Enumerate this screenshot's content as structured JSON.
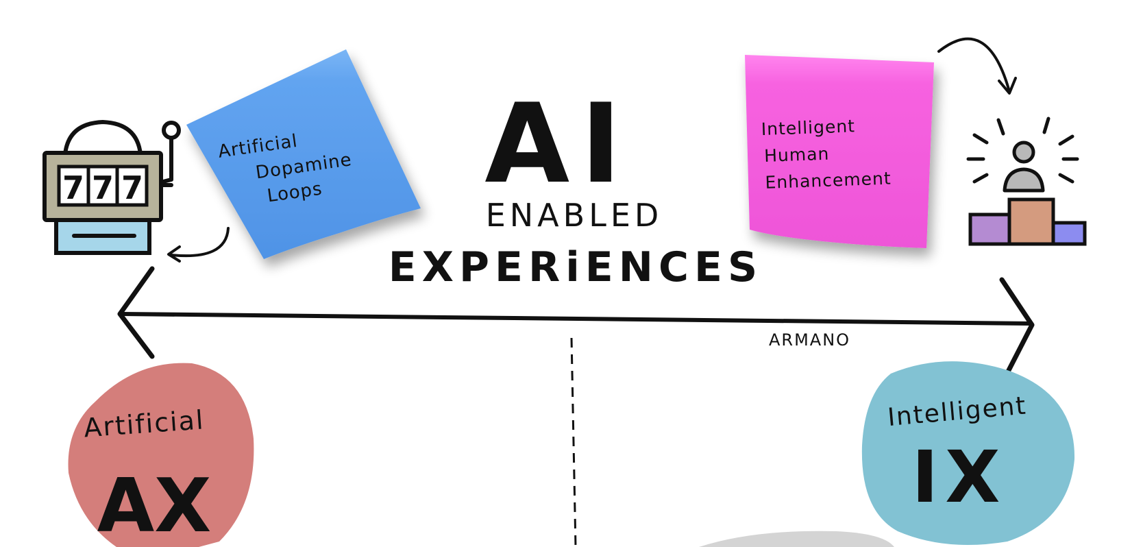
{
  "title": {
    "main": "AI",
    "line2": "ENABLED",
    "line3": "EXPERiENCES"
  },
  "notes": {
    "blue": {
      "line1": "Artificial",
      "line2": "Dopamine",
      "line3": "Loops",
      "color": "#5b9ded"
    },
    "pink": {
      "line1": "Intelligent",
      "line2": "Human",
      "line3": "Enhancement",
      "color": "#f25ddc"
    }
  },
  "axis": {
    "credit": "ARMANO"
  },
  "left_circle": {
    "label": "Artificial",
    "abbr": "AX",
    "color": "#d47e7b"
  },
  "right_circle": {
    "label": "Intelligent",
    "abbr": "IX",
    "color": "#82c2d3"
  },
  "icons": {
    "left": "slot-machine-icon",
    "left_reels": [
      "7",
      "7",
      "7"
    ],
    "right": "podium-winner-icon"
  }
}
